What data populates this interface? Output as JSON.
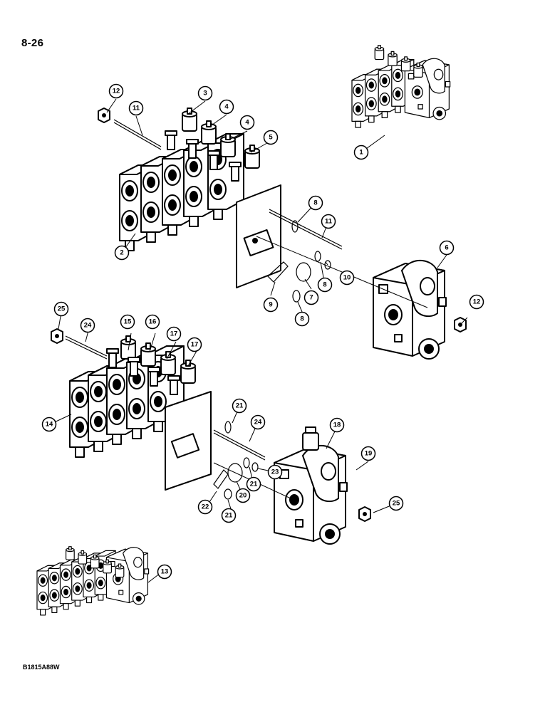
{
  "page": {
    "number": "8-26",
    "figure_code": "B1815A88W"
  },
  "callouts": [
    "1",
    "2",
    "3",
    "4",
    "4",
    "5",
    "6",
    "7",
    "8",
    "8",
    "8",
    "9",
    "10",
    "11",
    "11",
    "12",
    "12",
    "13",
    "14",
    "15",
    "16",
    "17",
    "17",
    "18",
    "19",
    "20",
    "21",
    "21",
    "21",
    "22",
    "23",
    "24",
    "24",
    "25",
    "25"
  ]
}
